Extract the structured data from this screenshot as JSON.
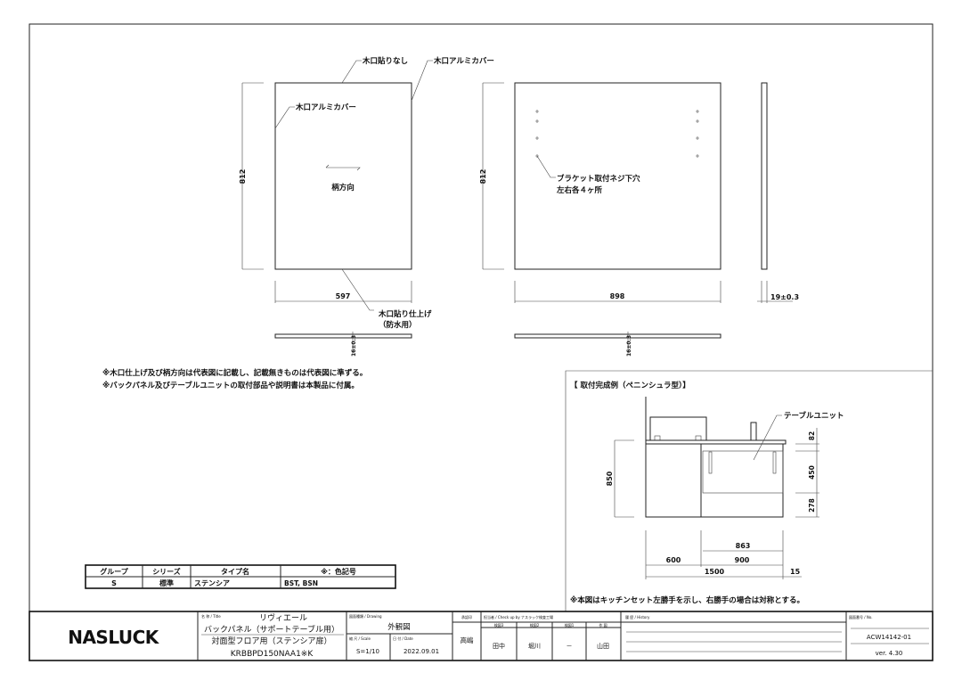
{
  "drawing": {
    "panel_left": {
      "label_top": "木口貼りなし",
      "label_right": "木口アルミカバー",
      "label_left": "木口アルミカバー",
      "height": "812",
      "width": "597",
      "grain": "柄方向",
      "label_bottom_1": "木口貼り仕上げ",
      "label_bottom_2": "（防水用）",
      "thickness": "16±0.3"
    },
    "panel_right": {
      "height": "812",
      "width": "898",
      "holes_label_1": "ブラケット取付ネジ下穴",
      "holes_label_2": "左右各４ヶ所",
      "thickness": "16±0.3"
    },
    "side_view": {
      "thickness": "19±0.3"
    }
  },
  "notes": [
    "※木口仕上げ及び柄方向は代表図に記載し、記載無きものは代表図に準ずる。",
    "※バックパネル及びテーブルユニットの取付部品や説明書は本製品に付属。"
  ],
  "example": {
    "title": "【 取付完成例（ペニンシュラ型）】",
    "table_unit": "テーブルユニット",
    "dims": {
      "h850": "850",
      "h82": "82",
      "h450": "450",
      "h278": "278",
      "w863": "863",
      "w600": "600",
      "w900": "900",
      "w1500": "1500",
      "w15": "15"
    },
    "note": "※本図はキッチンセット左勝手を示し、右勝手の場合は対称とする。"
  },
  "spec_table": {
    "headers": [
      "グループ",
      "シリーズ",
      "タイプ名",
      "※：色記号"
    ],
    "rows": [
      [
        "S",
        "標準",
        "ステンシア",
        "BST, BSN"
      ]
    ]
  },
  "title_block": {
    "logo": "NASLUCK",
    "title_label": "名 称 / Title",
    "title_lines": [
      "リヴィエール",
      "バックパネル（サポートテーブル用）",
      "対面型フロア用（ステンシア扉）",
      "KRBBPD150NAA1※K"
    ],
    "drawing_label": "図面種類 / Drawing",
    "drawing_value": "外観図",
    "scale_label": "縮 尺 / Scale",
    "scale_value": "S=1/10",
    "date_label": "日 付 / Date",
    "date_value": "2022.09.01",
    "approval_label": "承認印",
    "approval_value": "高嶋",
    "check_label": "担当者 / Check up by ナスラック検査工場",
    "check_headers": [
      "検図3",
      "検図2",
      "検図1",
      "作 図"
    ],
    "check_values": [
      "田中",
      "堀川",
      "－",
      "山田"
    ],
    "history_label": "履 歴 / History",
    "number_label": "図面番号 / No.",
    "number_value": "ACW14142-01",
    "version": "ver. 4.30"
  }
}
